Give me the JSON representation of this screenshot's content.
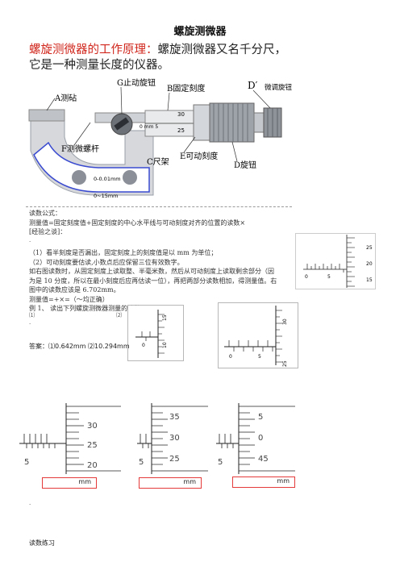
{
  "title": "螺旋测微器",
  "intro": {
    "heading": "螺旋测微器的工作原理：",
    "line1_rest": "螺旋测微器又名千分尺，",
    "line2": "它是一种测量长度的仪器。"
  },
  "photo_labels": {
    "A": "A测砧",
    "G": "G止动旋钮",
    "B": "B固定刻度",
    "D_prime": "D′",
    "D_prime_text": "微调旋钮",
    "F": "F测微螺杆",
    "C": "C尺架",
    "E": "E可动刻度",
    "D": "D旋钮",
    "frame_spec1": "0-0.01mm",
    "frame_spec2": "0~15mm",
    "scale_30": "30",
    "scale_25": "25",
    "scale_mm": "0 mm 5"
  },
  "formula": {
    "line1": "读数公式：",
    "line2": "测量值=固定刻度值+固定刻度的中心水平线与可动刻度对齐的位置的读数×",
    "line3": "[经验之谈]："
  },
  "tips": [
    "（1）看半刻度是否漏出，固定刻度上的刻度值是以 mm 为单位；",
    "（2）可动刻度要估读,小数点后应保留三位有效数字。",
    "如右图读数时，从固定刻度上读取整、半毫米数，然后从可动刻度上读取剩余部分（因",
    "为是 10 分度，所以在最小刻度后应再估读一位），再把两部分读数相加，得测量值。右",
    "图中的读数应该是 6.702mm。"
  ],
  "measure_line": "测量值=+×=（～均正确）",
  "example": "例 1、 读出下列螺旋测微器测量的读数。",
  "ex_labels": [
    "⑴",
    "⑵"
  ],
  "side_scale": {
    "fixed": [
      "0",
      "5"
    ],
    "moving": [
      "25",
      "20",
      "15"
    ]
  },
  "ex1_scale": {
    "fixed": [
      "0"
    ],
    "moving": [
      "15",
      "10"
    ]
  },
  "ex2_scale": {
    "fixed": [
      "0",
      "5"
    ],
    "moving": [
      "30",
      "25"
    ]
  },
  "answer": {
    "prefix": "答案：⑴",
    "a1": "0.642mm",
    "mid": " ⑵",
    "a2": "10.294mm"
  },
  "practice": [
    {
      "fixed": "5",
      "moving": [
        "30",
        "25",
        "20"
      ],
      "unit": "mm"
    },
    {
      "fixed": "5",
      "moving": [
        "35",
        "30",
        "25"
      ],
      "unit": "mm"
    },
    {
      "fixed": "5",
      "moving": [
        "5",
        "0",
        "45"
      ],
      "unit": "mm"
    }
  ],
  "footer_dot": "·",
  "bottom_label": "读数练习"
}
